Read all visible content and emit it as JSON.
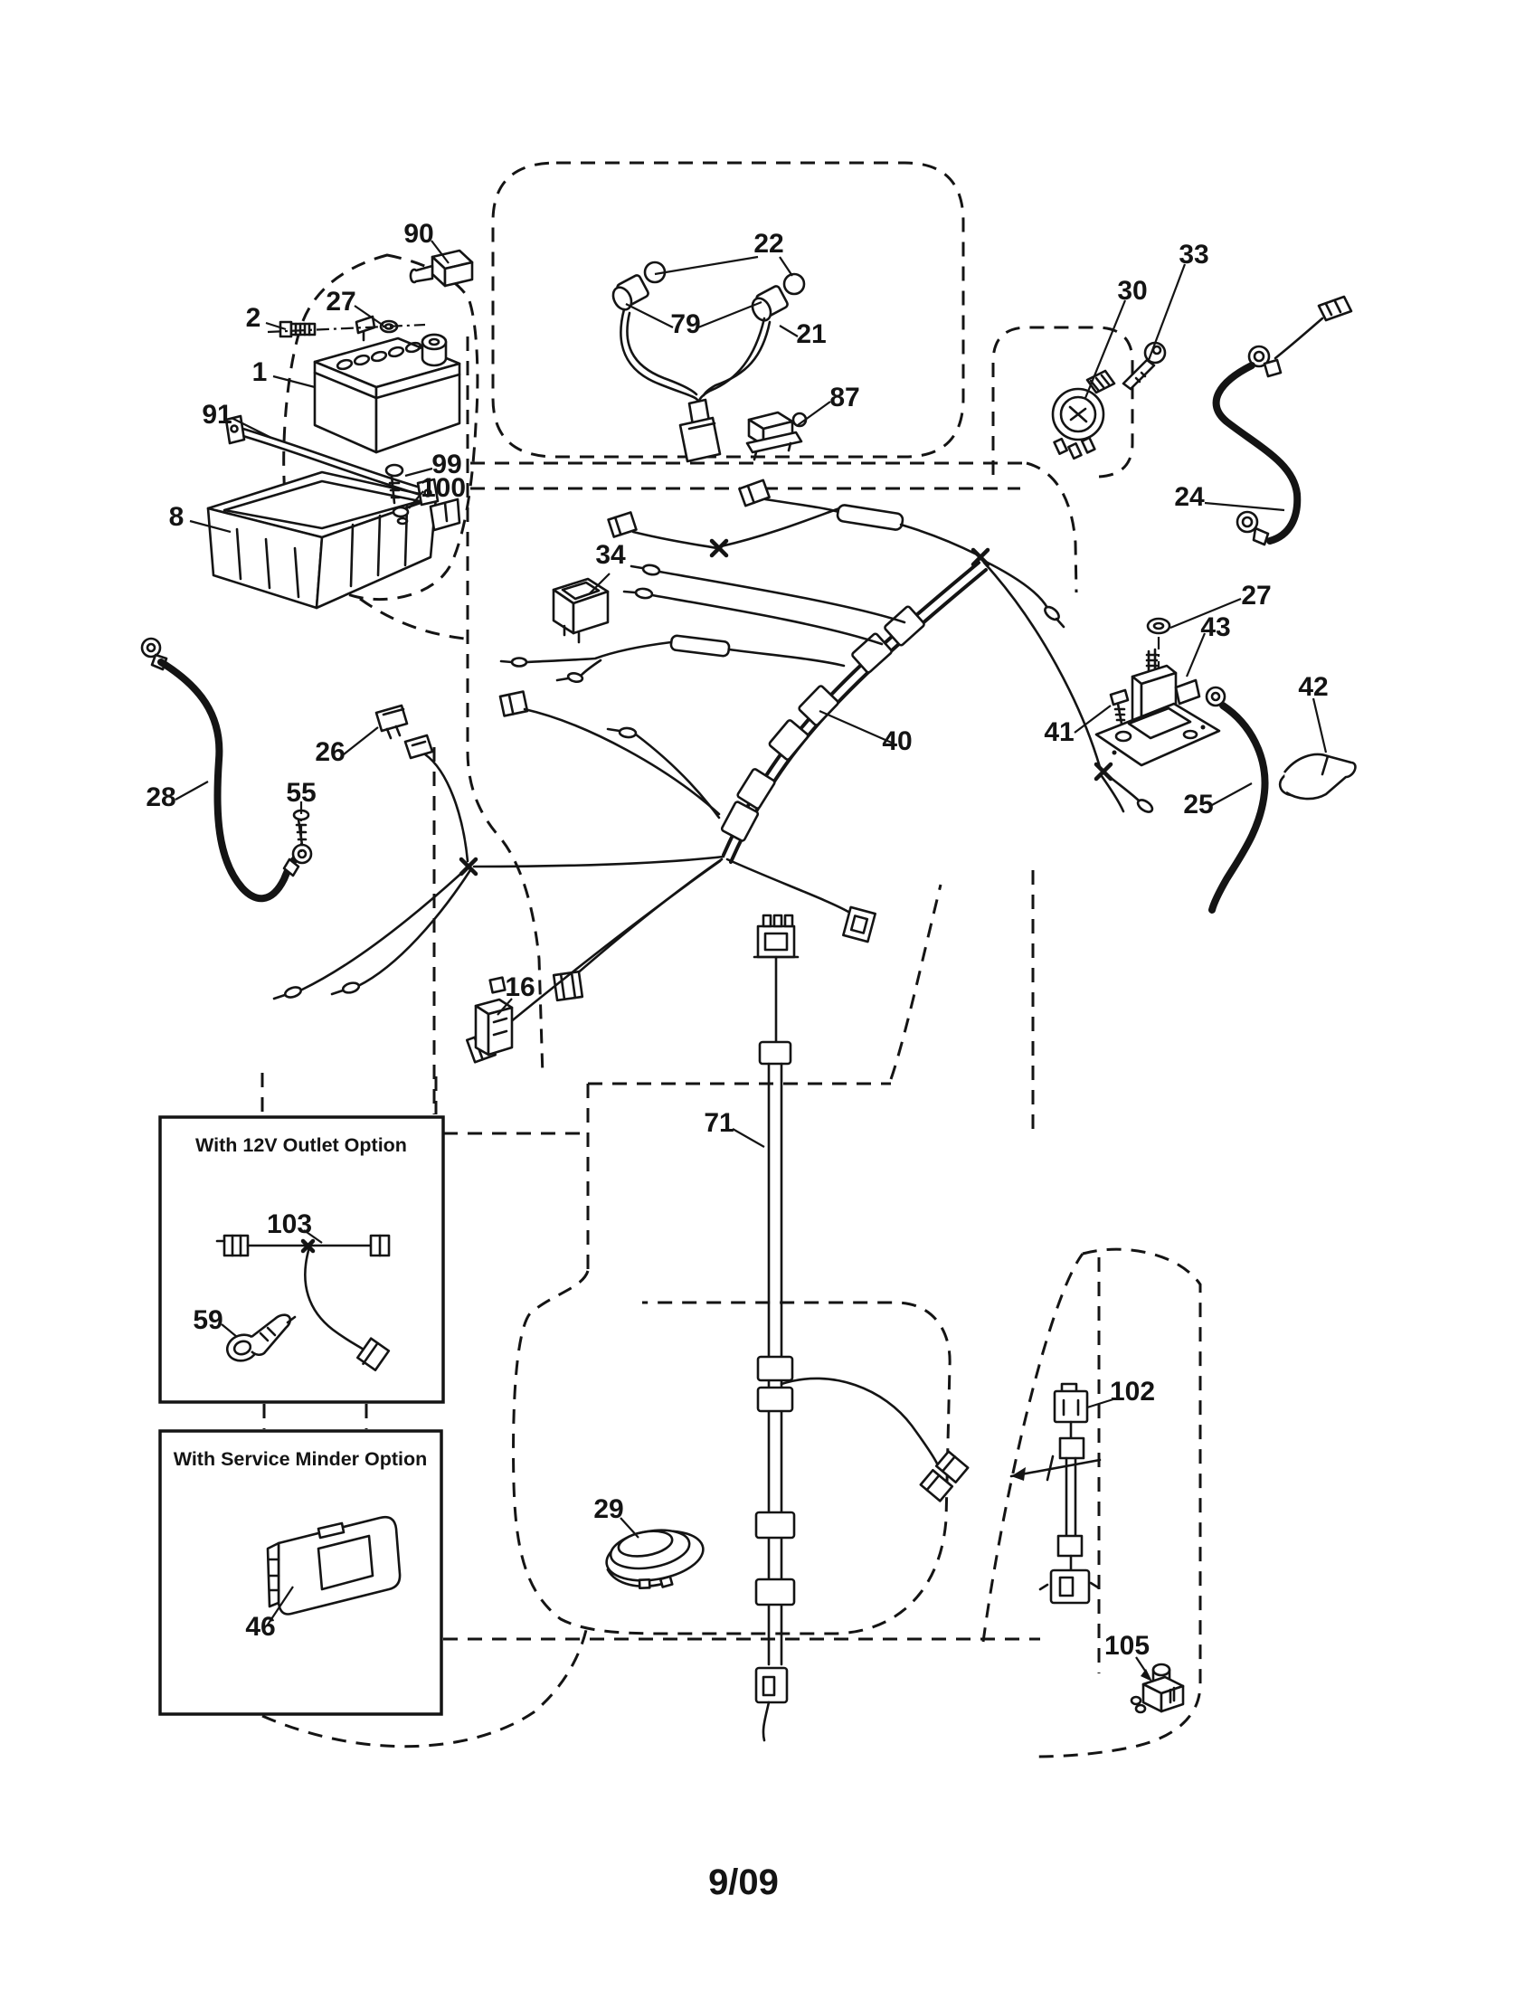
{
  "page": {
    "footer_date": "9/09",
    "background": "#ffffff",
    "ink": "#141414"
  },
  "option_boxes": [
    {
      "title": "With 12V Outlet Option"
    },
    {
      "title": "With Service Minder Option"
    }
  ],
  "callouts": [
    {
      "label": "90"
    },
    {
      "label": "2"
    },
    {
      "label": "27"
    },
    {
      "label": "1"
    },
    {
      "label": "91"
    },
    {
      "label": "99"
    },
    {
      "label": "100"
    },
    {
      "label": "8"
    },
    {
      "label": "22"
    },
    {
      "label": "79"
    },
    {
      "label": "21"
    },
    {
      "label": "87"
    },
    {
      "label": "30"
    },
    {
      "label": "33"
    },
    {
      "label": "24"
    },
    {
      "label": "34"
    },
    {
      "label": "27"
    },
    {
      "label": "43"
    },
    {
      "label": "41"
    },
    {
      "label": "42"
    },
    {
      "label": "25"
    },
    {
      "label": "26"
    },
    {
      "label": "28"
    },
    {
      "label": "55"
    },
    {
      "label": "40"
    },
    {
      "label": "16"
    },
    {
      "label": "71"
    },
    {
      "label": "103"
    },
    {
      "label": "59"
    },
    {
      "label": "102"
    },
    {
      "label": "29"
    },
    {
      "label": "46"
    },
    {
      "label": "105"
    }
  ]
}
